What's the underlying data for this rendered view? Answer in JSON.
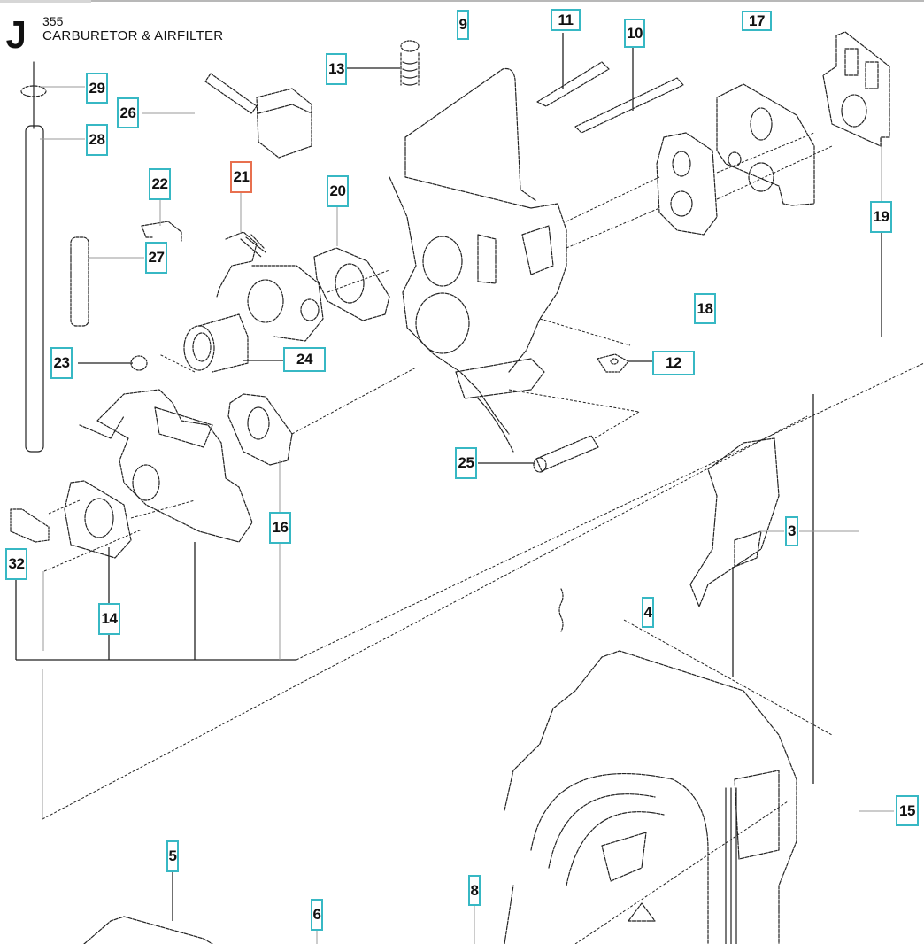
{
  "header": {
    "section_letter": "J",
    "model": "355",
    "title": "CARBURETOR & AIRFILTER"
  },
  "colors": {
    "callout_border": "#37b8c4",
    "callout_selected_border": "#e8704f",
    "line_color": "#222222",
    "leader_color": "#9a9a9a"
  },
  "selected_part": "21",
  "callouts": [
    {
      "id": "c9",
      "label": "9"
    },
    {
      "id": "c11",
      "label": "11"
    },
    {
      "id": "c10",
      "label": "10"
    },
    {
      "id": "c17",
      "label": "17"
    },
    {
      "id": "c13",
      "label": "13"
    },
    {
      "id": "c29",
      "label": "29"
    },
    {
      "id": "c26",
      "label": "26"
    },
    {
      "id": "c28",
      "label": "28"
    },
    {
      "id": "c22",
      "label": "22"
    },
    {
      "id": "c21",
      "label": "21"
    },
    {
      "id": "c20",
      "label": "20"
    },
    {
      "id": "c19",
      "label": "19"
    },
    {
      "id": "c27",
      "label": "27"
    },
    {
      "id": "c18",
      "label": "18"
    },
    {
      "id": "c23",
      "label": "23"
    },
    {
      "id": "c24",
      "label": "24"
    },
    {
      "id": "c12",
      "label": "12"
    },
    {
      "id": "c25",
      "label": "25"
    },
    {
      "id": "c3",
      "label": "3"
    },
    {
      "id": "c16",
      "label": "16"
    },
    {
      "id": "c32",
      "label": "32"
    },
    {
      "id": "c4",
      "label": "4"
    },
    {
      "id": "c14",
      "label": "14"
    },
    {
      "id": "c15",
      "label": "15"
    },
    {
      "id": "c5",
      "label": "5"
    },
    {
      "id": "c6",
      "label": "6"
    },
    {
      "id": "c8",
      "label": "8"
    }
  ]
}
